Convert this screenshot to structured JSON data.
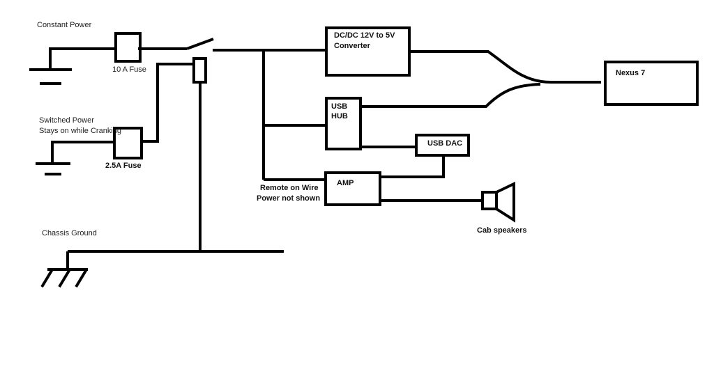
{
  "labels": {
    "constant_power": "Constant Power",
    "fuse_10a": "10 A Fuse",
    "switched_power_line1": "Switched Power",
    "switched_power_line2": "Stays on while Cranking",
    "fuse_2_5a": "2.5A Fuse",
    "chassis_ground": "Chassis Ground",
    "remote_line1": "Remote on Wire",
    "remote_line2": "Power not shown",
    "cab_speakers": "Cab speakers"
  },
  "components": {
    "dcdc_line1": "DC/DC 12V to 5V",
    "dcdc_line2": "Converter",
    "usb_hub_line1": "USB",
    "usb_hub_line2": "HUB",
    "usb_dac": "USB DAC",
    "amp": "AMP",
    "nexus": "Nexus 7"
  },
  "colors": {
    "stroke": "#000000",
    "background": "#ffffff"
  }
}
